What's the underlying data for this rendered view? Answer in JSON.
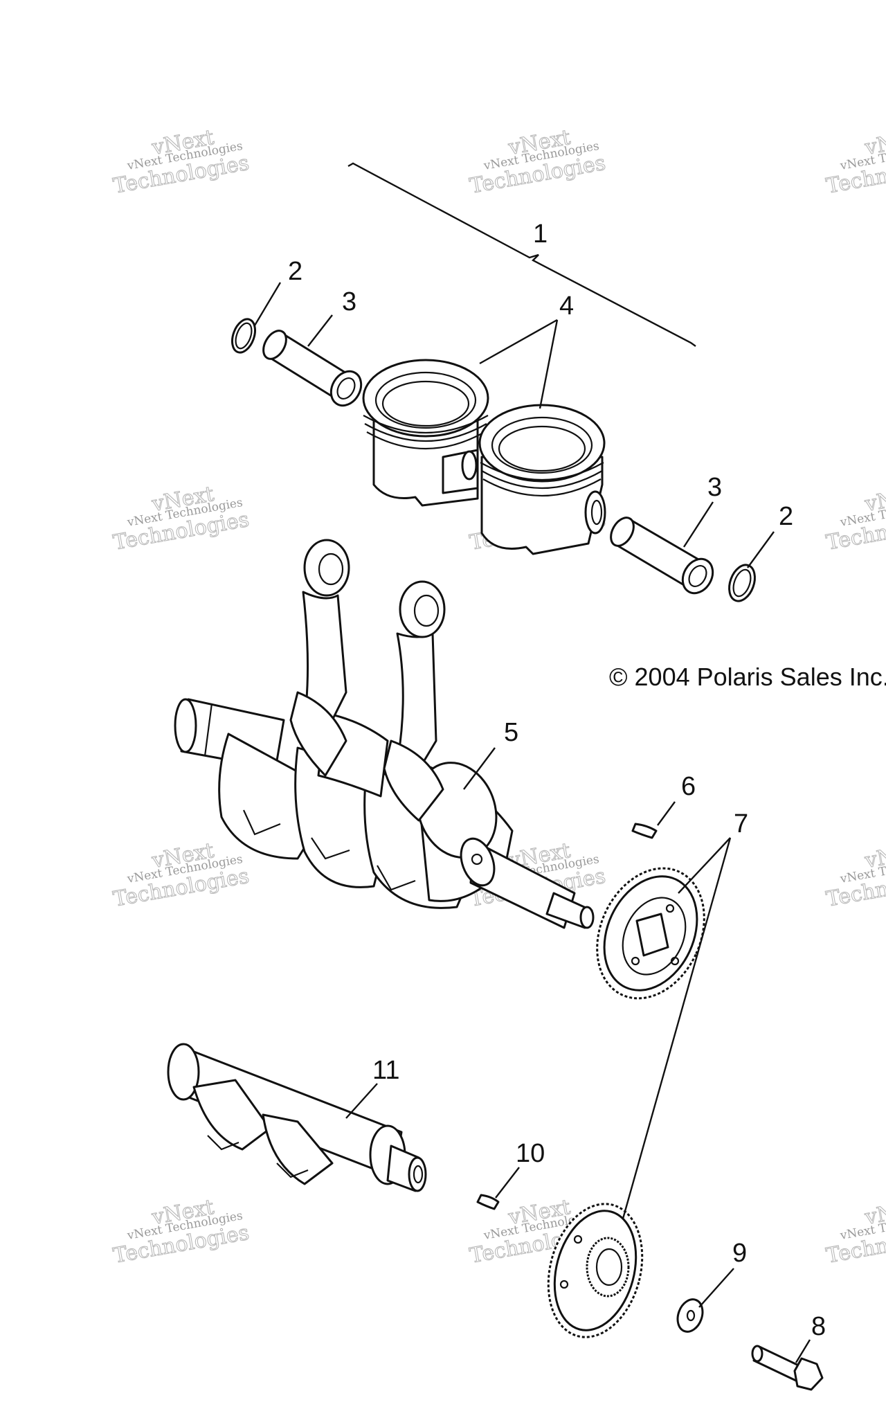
{
  "copyright": "© 2004 Polaris Sales Inc.",
  "watermark": {
    "small": "vNext Technologies",
    "large_1": "vNext",
    "large_2": "Technologies"
  },
  "callouts": [
    "1",
    "2",
    "3",
    "4",
    "2",
    "3",
    "5",
    "6",
    "7",
    "8",
    "9",
    "10",
    "11"
  ],
  "parts": [
    "piston-assembly",
    "piston-pin-circlip",
    "piston-pin",
    "piston",
    "crankshaft-with-connecting-rods",
    "woodruff-key",
    "balance-drive-gear-set",
    "gear-bolt",
    "washer",
    "balance-shaft-key",
    "balance-shaft"
  ]
}
